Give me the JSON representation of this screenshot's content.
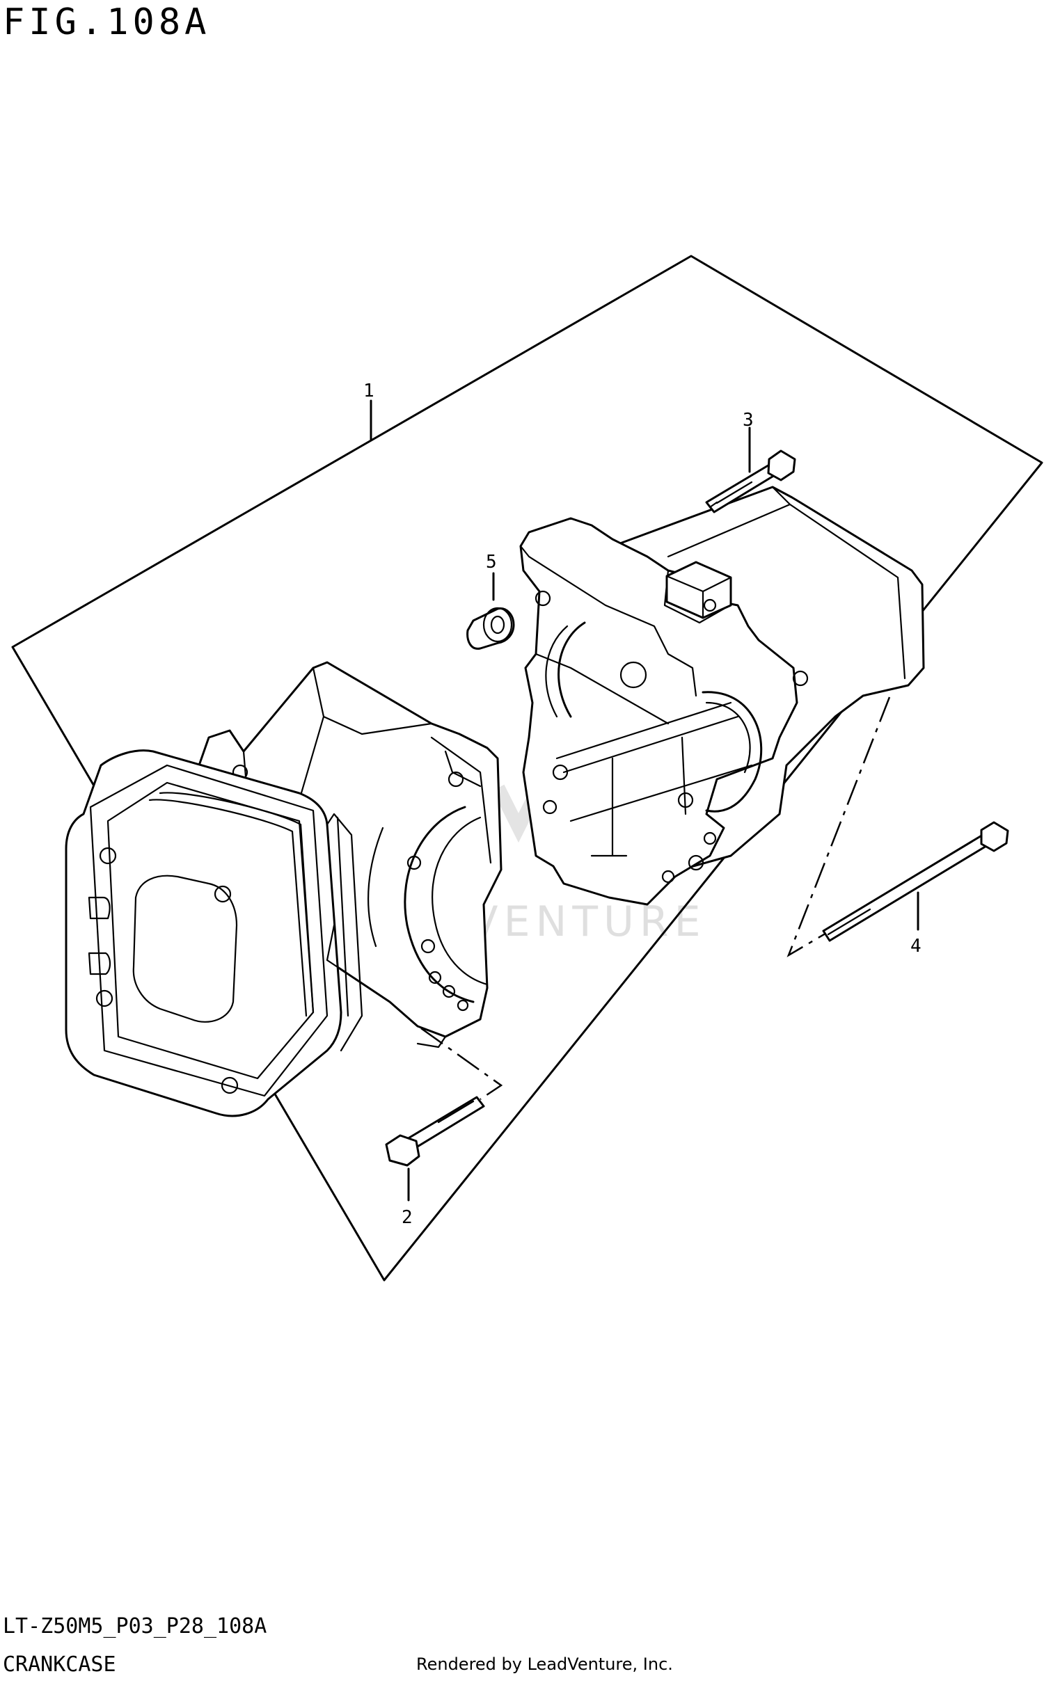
{
  "figure": {
    "title": "FIG.108A",
    "model_code": "LT-Z50M5_P03_P28_108A",
    "section_name": "CRANKCASE",
    "render_credit": "Rendered by LeadVenture, Inc."
  },
  "watermark": {
    "text": "LEADVENTURE"
  },
  "callouts": [
    {
      "id": "1",
      "label": "1"
    },
    {
      "id": "2",
      "label": "2"
    },
    {
      "id": "3",
      "label": "3"
    },
    {
      "id": "4",
      "label": "4"
    },
    {
      "id": "5",
      "label": "5"
    }
  ]
}
